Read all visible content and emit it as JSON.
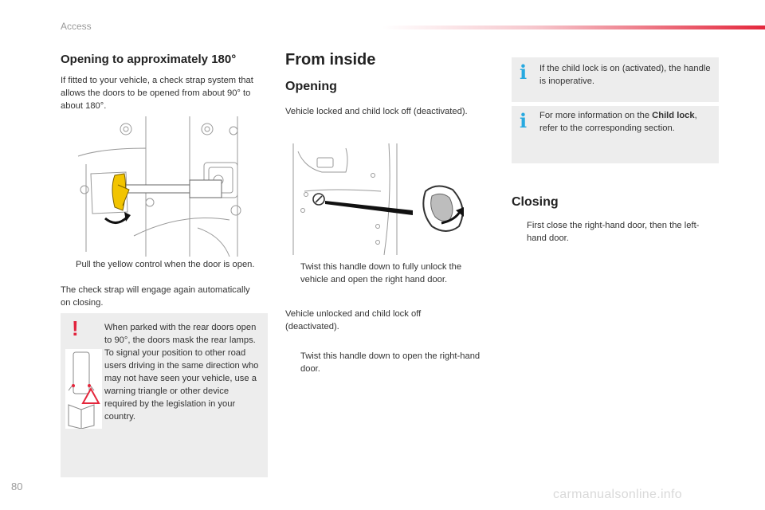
{
  "header": {
    "section": "Access",
    "page_number": "80"
  },
  "footer": {
    "watermark": "carmanualsonline.info"
  },
  "left": {
    "title": "Opening to approximately 180°",
    "intro": "If fitted to your vehicle, a check strap system that allows the doors to be opened from about 90° to about 180°.",
    "bullet_marker": "",
    "bullet_1": "Pull the yellow control when the door is open.",
    "note": "The check strap will engage again automatically on closing.",
    "warning": "When parked with the rear doors open to 90°, the doors mask the rear lamps. To signal your position to other road users driving in the same direction who may not have seen your vehicle, use a warning triangle or other device required by the legislation in your country.",
    "warning_mark": "!"
  },
  "middle": {
    "title": "From inside",
    "subtitle": "Opening",
    "cond_1": "Vehicle locked and child lock off (deactivated).",
    "bullet_1": "Twist this handle down to fully unlock the vehicle and open the right hand door.",
    "cond_2": "Vehicle unlocked and child lock off (deactivated).",
    "bullet_2": "Twist this handle down to open the right-hand door."
  },
  "right": {
    "info_mark": "i",
    "info_1": "If the child lock is on (activated), the handle is inoperative.",
    "info_2_pre": "For more information on the ",
    "info_2_bold": "Child lock",
    "info_2_post": ", refer to the corresponding section.",
    "closing_title": "Closing",
    "closing_bullet": "First close the right-hand door, then the left-hand door."
  },
  "colors": {
    "accent_red": "#e4273c",
    "info_blue": "#27a9e0",
    "box_gray": "#ededed",
    "yellow_control": "#f2c400"
  }
}
